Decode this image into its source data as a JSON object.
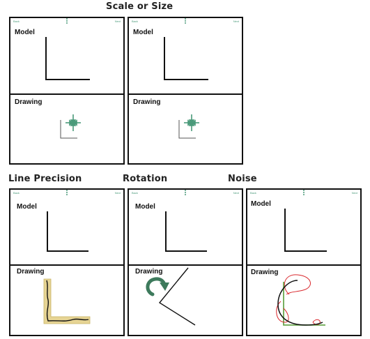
{
  "sections": {
    "scale": "Scale or Size",
    "precision": "Line Precision",
    "rotation": "Rotation",
    "noise": "Noise"
  },
  "tablet": {
    "back": "Back",
    "next": "Next",
    "model_label": "Model",
    "drawing_label": "Drawing"
  },
  "colors": {
    "accent_green": "#4a9a7a",
    "highlight_yellow": "#e6d494",
    "noise_red": "#d9262b",
    "line_green": "#6aa84f",
    "ink": "#111111"
  },
  "icons": [
    "shrink-arrows-icon",
    "rotate-arrow-icon",
    "more-dots-icon"
  ]
}
